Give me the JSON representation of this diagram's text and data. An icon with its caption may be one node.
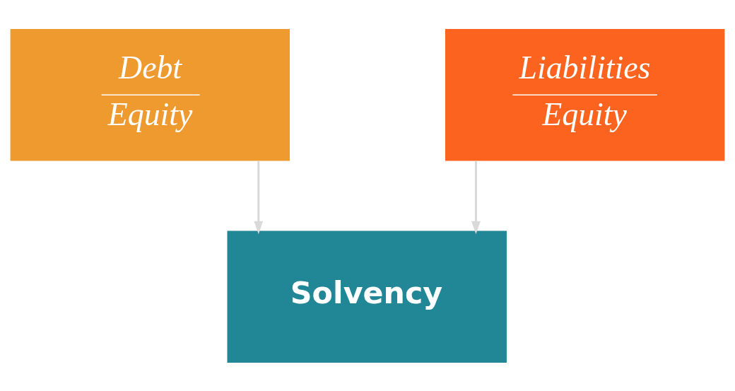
{
  "diagram": {
    "nodes": [
      {
        "text": [
          "Debt",
          "Equity"
        ]
      },
      {
        "text": [
          "Liabilities",
          "Equity"
        ]
      },
      {
        "text": [
          "Solvency"
        ]
      }
    ],
    "edges": [
      {
        "from": 0,
        "to": 2,
        "arrow": "to"
      },
      {
        "from": 1,
        "to": 2,
        "arrow": "to"
      }
    ]
  }
}
